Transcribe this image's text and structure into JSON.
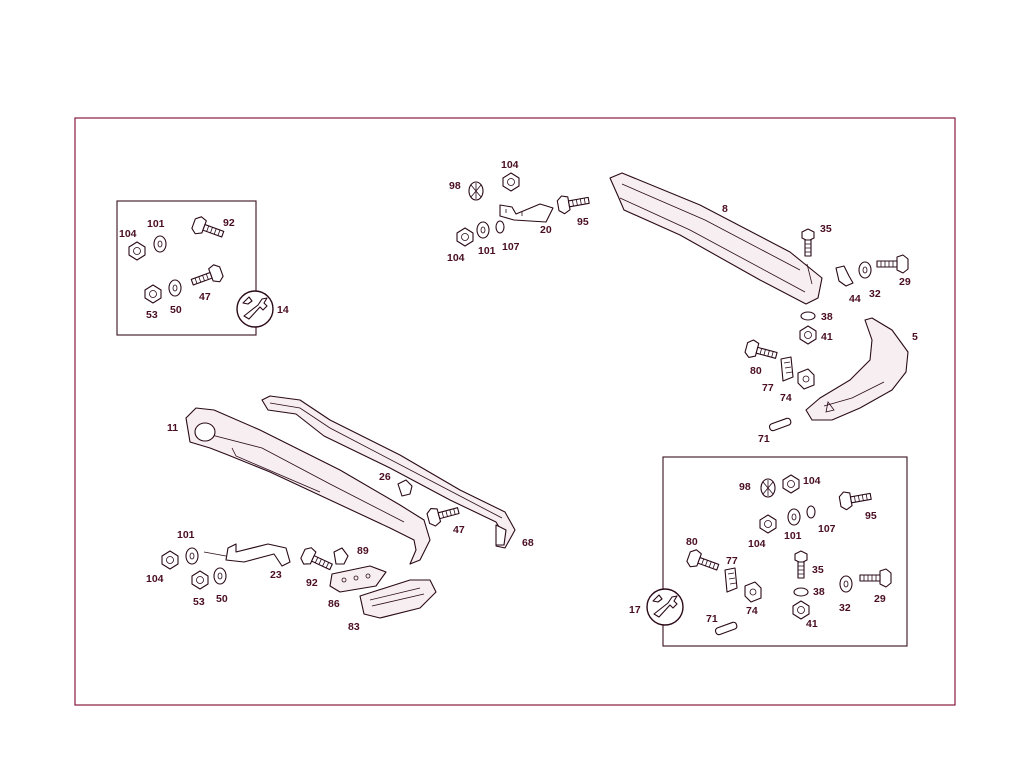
{
  "diagram": {
    "labels": {
      "tl_104": "104",
      "tl_101": "101",
      "tl_92": "92",
      "tl_47": "47",
      "tl_53": "53",
      "tl_50": "50",
      "tl_14": "14",
      "tc_98": "98",
      "tc_104a": "104",
      "tc_95": "95",
      "tc_20": "20",
      "tc_104b": "104",
      "tc_101": "101",
      "tc_107": "107",
      "tr_8": "8",
      "tr_35": "35",
      "tr_44": "44",
      "tr_32": "32",
      "tr_29": "29",
      "tr_38": "38",
      "tr_41": "41",
      "tr_5": "5",
      "tr_80": "80",
      "tr_77": "77",
      "tr_74": "74",
      "tr_71": "71",
      "bl_11": "11",
      "bl_26": "26",
      "bl_47": "47",
      "bl_68": "68",
      "bl_101": "101",
      "bl_104": "104",
      "bl_23": "23",
      "bl_89": "89",
      "bl_92": "92",
      "bl_53": "53",
      "bl_50": "50",
      "bl_86": "86",
      "bl_83": "83",
      "br_98": "98",
      "br_104a": "104",
      "br_95": "95",
      "br_107": "107",
      "br_101": "101",
      "br_104b": "104",
      "br_80": "80",
      "br_77": "77",
      "br_35": "35",
      "br_74": "74",
      "br_38": "38",
      "br_32": "32",
      "br_29": "29",
      "br_17": "17",
      "br_71": "71",
      "br_41": "41"
    },
    "icons": [
      "wrench-icon"
    ],
    "colors": {
      "frame": "#8a1b3d",
      "text": "#4a0e22",
      "ink": "#2a0a18"
    }
  }
}
